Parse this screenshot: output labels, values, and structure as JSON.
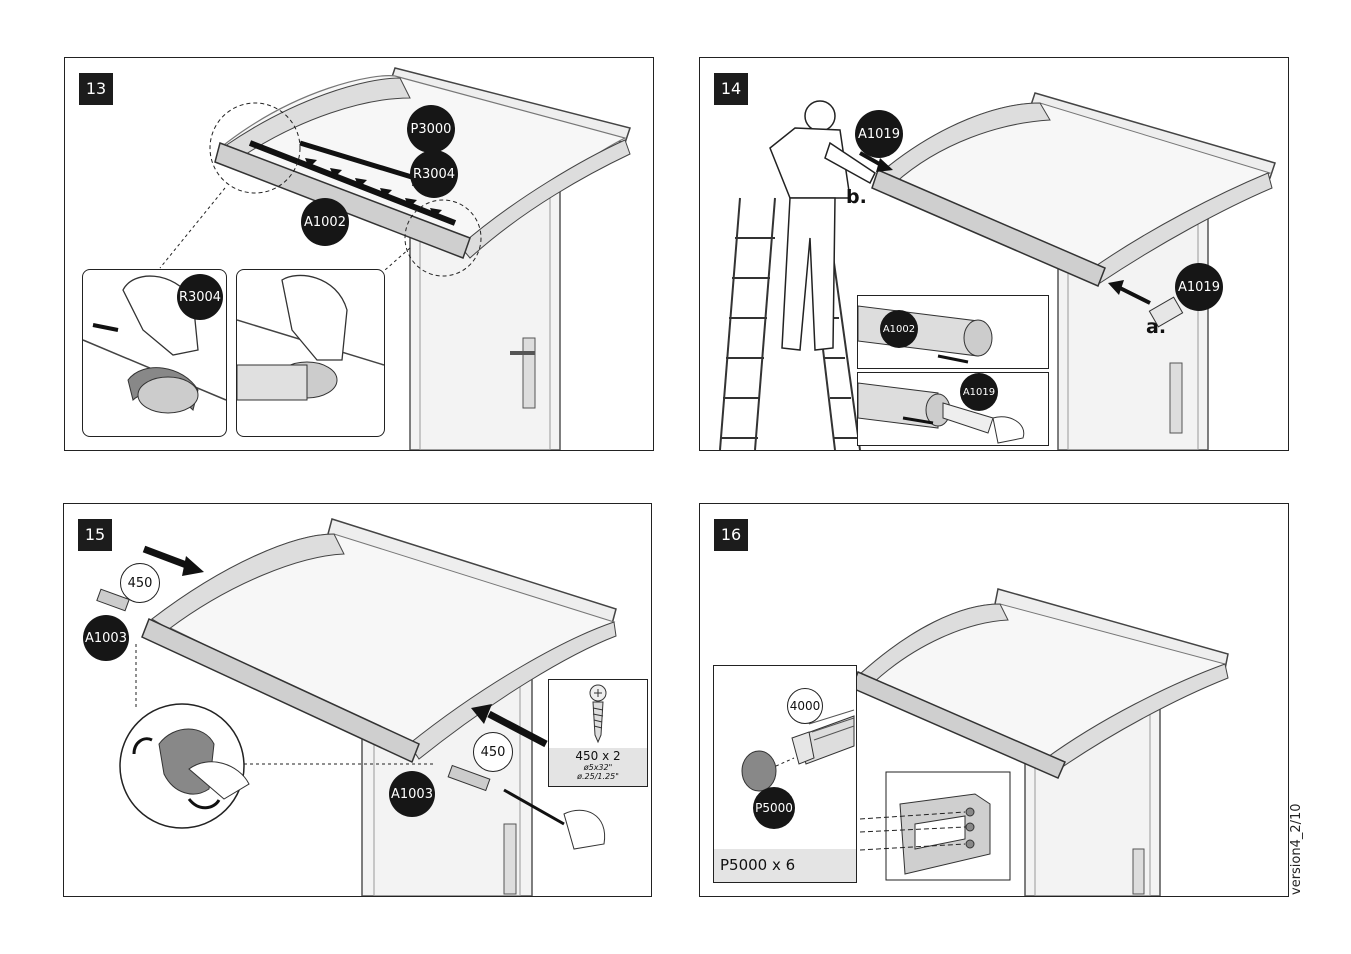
{
  "steps": [
    {
      "number": "13",
      "parts": [
        "P3000",
        "R3004",
        "A1002"
      ],
      "insets": [
        {
          "parts": [
            "R3004"
          ]
        },
        {
          "parts": []
        }
      ]
    },
    {
      "number": "14",
      "parts": [
        "A1019",
        "A1019"
      ],
      "letters": [
        "b.",
        "a."
      ],
      "insets": [
        {
          "parts": [
            "A1002"
          ]
        },
        {
          "parts": [
            "A1019"
          ]
        }
      ]
    },
    {
      "number": "15",
      "parts": [
        "450",
        "A1003",
        "450",
        "A1003"
      ],
      "screw_box": {
        "count": "450 x 2",
        "spec_metric": "ø5x32\"",
        "spec_imperial": "ø.25/1.25\""
      }
    },
    {
      "number": "16",
      "parts": [
        "4000",
        "P5000"
      ],
      "caption": "P5000 x 6"
    }
  ],
  "footer": {
    "version": "version4_2/10"
  },
  "colors": {
    "badge": "#161616",
    "caption_bg": "#e4e4e4",
    "line": "#222222"
  }
}
